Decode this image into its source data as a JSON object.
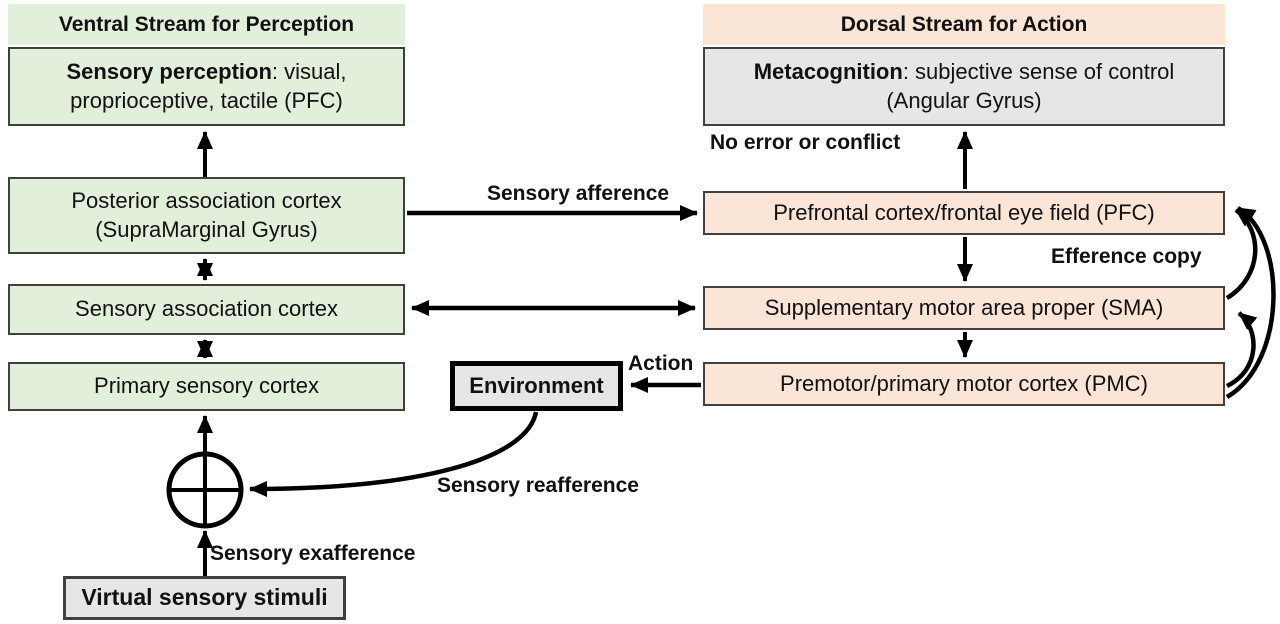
{
  "ventral": {
    "header": "Ventral Stream for Perception",
    "sensory_perception": {
      "bold": "Sensory perception",
      "after": ": visual,",
      "line2": "proprioceptive, tactile (PFC)"
    },
    "posterior": {
      "line1": "Posterior association cortex",
      "line2": "(SupraMarginal Gyrus)"
    },
    "sensory_association": "Sensory association cortex",
    "primary_sensory": "Primary sensory cortex"
  },
  "dorsal": {
    "header": "Dorsal Stream for Action",
    "metacognition": {
      "bold": "Metacognition",
      "after": ": subjective sense of control",
      "line2": "(Angular Gyrus)"
    },
    "pfc": "Prefrontal cortex/frontal eye field (PFC)",
    "sma": "Supplementary motor area proper (SMA)",
    "pmc": "Premotor/primary motor cortex (PMC)"
  },
  "nodes": {
    "environment": "Environment",
    "virtual_stimuli": "Virtual sensory stimuli"
  },
  "labels": {
    "sensory_afference": "Sensory afference",
    "no_error": "No error or conflict",
    "efference_copy": "Efference copy",
    "action": "Action",
    "sensory_reafference": "Sensory reafference",
    "sensory_exafference": "Sensory exafference"
  },
  "colors": {
    "ventral_green": "#e2efda",
    "dorsal_peach": "#fbe5d6",
    "neutral_gray": "#e7e6e6",
    "box_border": "#404040",
    "arrow_black": "#000000"
  }
}
